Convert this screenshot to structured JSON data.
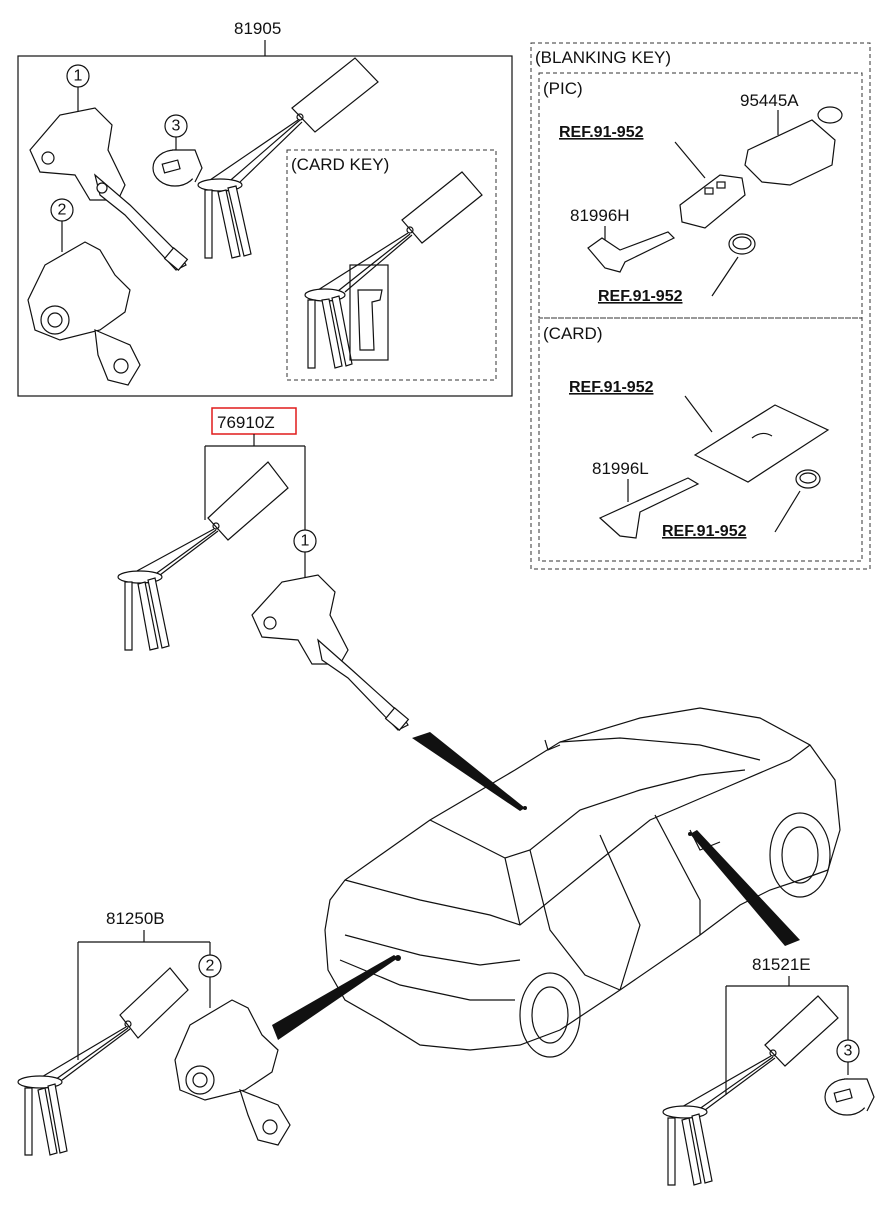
{
  "parts": {
    "p81905": "81905",
    "p76910Z": "76910Z",
    "p81250B": "81250B",
    "p81521E": "81521E",
    "p95445A": "95445A",
    "p81996H": "81996H",
    "p81996L": "81996L"
  },
  "groups": {
    "blanking_key": "(BLANKING KEY)",
    "pic": "(PIC)",
    "card": "(CARD)",
    "card_key": "(CARD KEY)"
  },
  "refs": {
    "ref_pic_fob": "REF.91-952",
    "ref_pic_battery": "REF.91-952",
    "ref_card": "REF.91-952",
    "ref_card_battery": "REF.91-952"
  },
  "callouts": {
    "c1": "1",
    "c2": "2",
    "c3": "3"
  },
  "colors": {
    "highlight": "#e01b1b",
    "line": "#111111"
  }
}
